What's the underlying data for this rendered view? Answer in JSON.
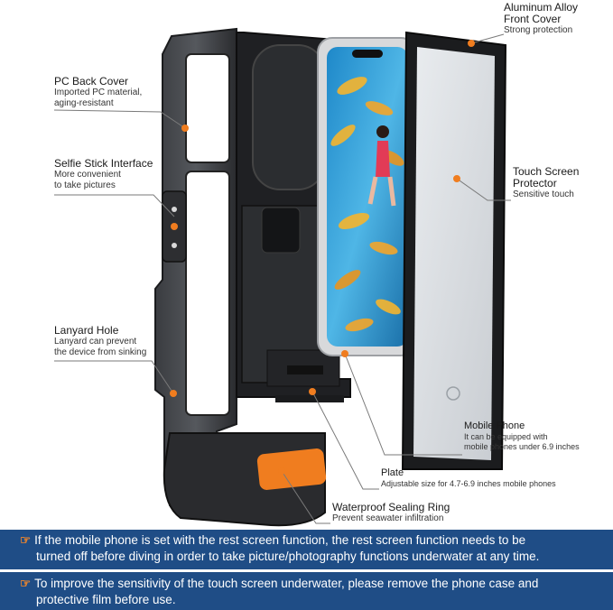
{
  "colors": {
    "accent": "#f07d1f",
    "banner": "#1f4d86",
    "divider": "#ffffff",
    "case_dark": "#2b2d30"
  },
  "callouts": {
    "front_cover": {
      "title_line1": "Aluminum Alloy",
      "title_line2": "Front Cover",
      "sub": "Strong protection"
    },
    "back_cover": {
      "title": "PC Back Cover",
      "sub_line1": "Imported PC material,",
      "sub_line2": "aging-resistant"
    },
    "selfie": {
      "title": "Selfie Stick Interface",
      "sub_line1": "More convenient",
      "sub_line2": "to take pictures"
    },
    "touch": {
      "title_line1": "Touch Screen",
      "title_line2": "Protector",
      "sub": "Sensitive touch"
    },
    "lanyard": {
      "title": "Lanyard Hole",
      "sub_line1": "Lanyard can prevent",
      "sub_line2": "the device from sinking"
    },
    "phone": {
      "title": "Mobile Phone",
      "sub_line1": "It can be equipped with",
      "sub_line2": "mobile phones under 6.9 inches"
    },
    "plate": {
      "title": "Plate",
      "sub": "Adjustable size for 4.7-6.9 inches mobile phones"
    },
    "sealing": {
      "title": "Waterproof Sealing Ring",
      "sub": "Prevent seawater infiltration"
    }
  },
  "notes": [
    {
      "icon": "hand-pointer-icon",
      "line1": "If the mobile phone is set with the rest screen function, the rest screen function needs to be",
      "line2": "turned off before diving in order to take picture/photography functions underwater at any time."
    },
    {
      "icon": "hand-pointer-icon",
      "line1": "To improve the sensitivity of the touch screen underwater, please remove the phone case and",
      "line2": "protective film before use."
    }
  ]
}
